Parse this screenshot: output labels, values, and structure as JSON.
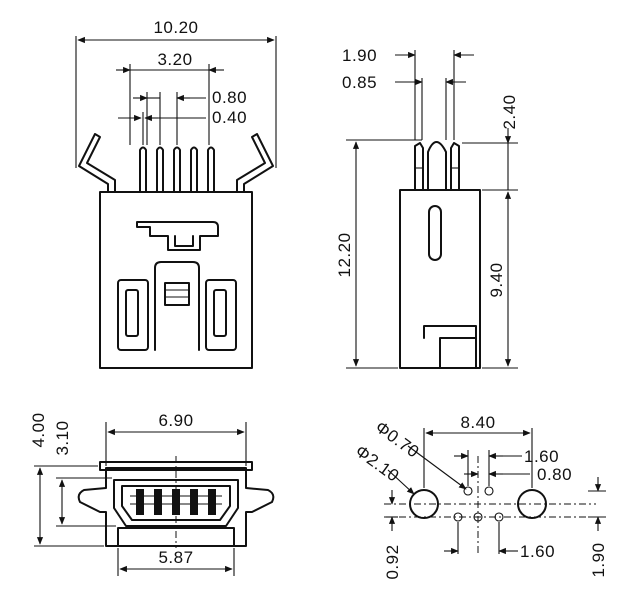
{
  "drawing": {
    "front_view": {
      "overall_width": "10.20",
      "pin_span": "3.20",
      "pin_pitch": "0.80",
      "pin_width": "0.40"
    },
    "side_view": {
      "offset_a": "1.90",
      "offset_b": "0.85",
      "pin_tip_height": "2.40",
      "overall_height": "12.20",
      "body_height": "9.40"
    },
    "end_view": {
      "height_outer": "4.00",
      "height_inner": "3.10",
      "width_outer": "6.90",
      "width_inner": "5.87"
    },
    "pcb_layout": {
      "hole_small": "Φ0.70",
      "hole_large": "Φ2.10",
      "hole_spacing": "8.40",
      "row_pitch_a": "1.60",
      "row_pitch_b": "0.80",
      "offset_y_a": "0.92",
      "offset_x_b": "1.60",
      "offset_y_b": "1.90"
    }
  }
}
